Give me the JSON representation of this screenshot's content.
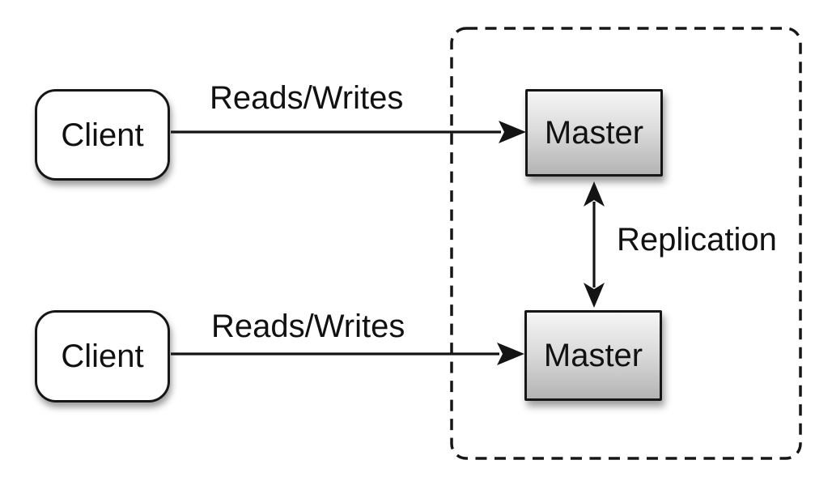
{
  "diagram": {
    "type": "architecture-diagram",
    "subject": "master-master-replication",
    "nodes": [
      {
        "id": "client-top",
        "label": "Client",
        "shape": "rounded-rect",
        "fill": "#ffffff"
      },
      {
        "id": "master-top",
        "label": "Master",
        "shape": "rect",
        "fill": "gray-gradient"
      },
      {
        "id": "client-bottom",
        "label": "Client",
        "shape": "rounded-rect",
        "fill": "#ffffff"
      },
      {
        "id": "master-bottom",
        "label": "Master",
        "shape": "rect",
        "fill": "gray-gradient"
      }
    ],
    "edges": [
      {
        "id": "reads-writes-top",
        "label": "Reads/Writes",
        "from": "client-top",
        "to": "master-top",
        "direction": "right"
      },
      {
        "id": "reads-writes-bottom",
        "label": "Reads/Writes",
        "from": "client-bottom",
        "to": "master-bottom",
        "direction": "right"
      },
      {
        "id": "replication",
        "label": "Replication",
        "from": "master-top",
        "to": "master-bottom",
        "direction": "both"
      }
    ],
    "group": {
      "id": "replication-group",
      "style": "dashed-rounded-rect",
      "contains": [
        "master-top",
        "master-bottom"
      ]
    },
    "colors": {
      "background": "#ffffff",
      "stroke": "#161616",
      "text": "#111111",
      "master_gradient_top": "#f5f5f5",
      "master_gradient_bottom": "#b4b4b4"
    }
  }
}
